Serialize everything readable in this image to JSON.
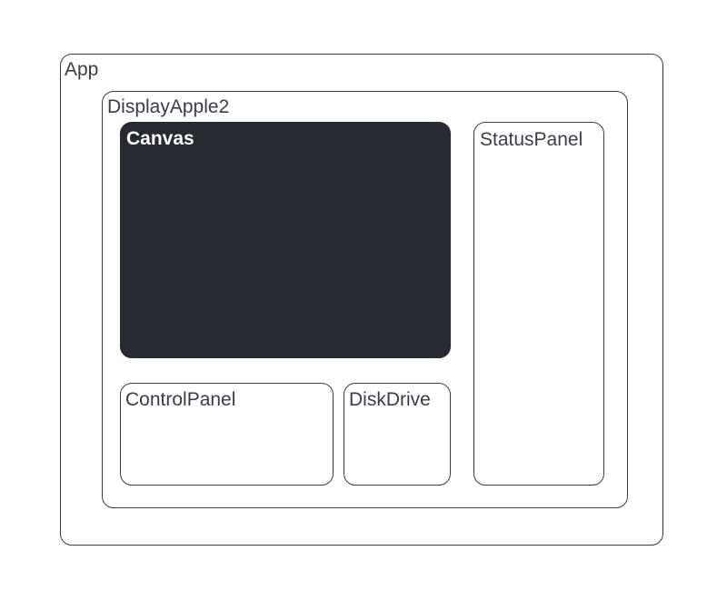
{
  "diagram": {
    "app": {
      "label": "App"
    },
    "display": {
      "label": "DisplayApple2"
    },
    "canvas": {
      "label": "Canvas"
    },
    "status_panel": {
      "label": "StatusPanel"
    },
    "control_panel": {
      "label": "ControlPanel"
    },
    "disk_drive": {
      "label": "DiskDrive"
    }
  },
  "colors": {
    "border": "#3a3d45",
    "canvas_fill": "#272a31",
    "canvas_text": "#ffffff",
    "background": "#ffffff"
  }
}
